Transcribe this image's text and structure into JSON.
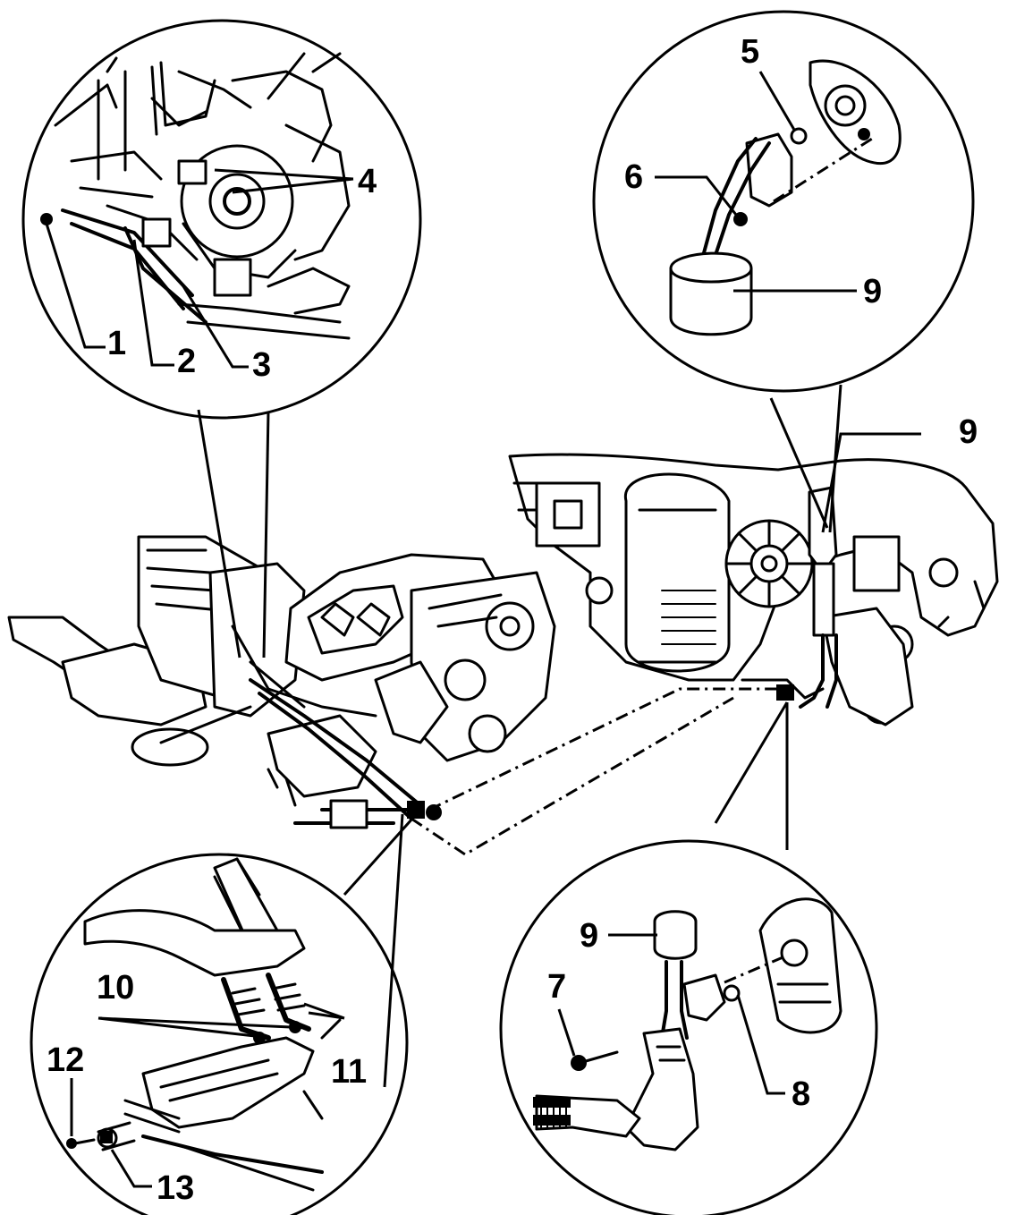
{
  "callouts": {
    "c1": "1",
    "c2": "2",
    "c3": "3",
    "c4": "4",
    "c5": "5",
    "c6": "6",
    "c7": "7",
    "c8": "8",
    "c9a": "9",
    "c9b": "9",
    "c9c": "9",
    "c10": "10",
    "c11": "11",
    "c12": "12",
    "c13": "13"
  }
}
